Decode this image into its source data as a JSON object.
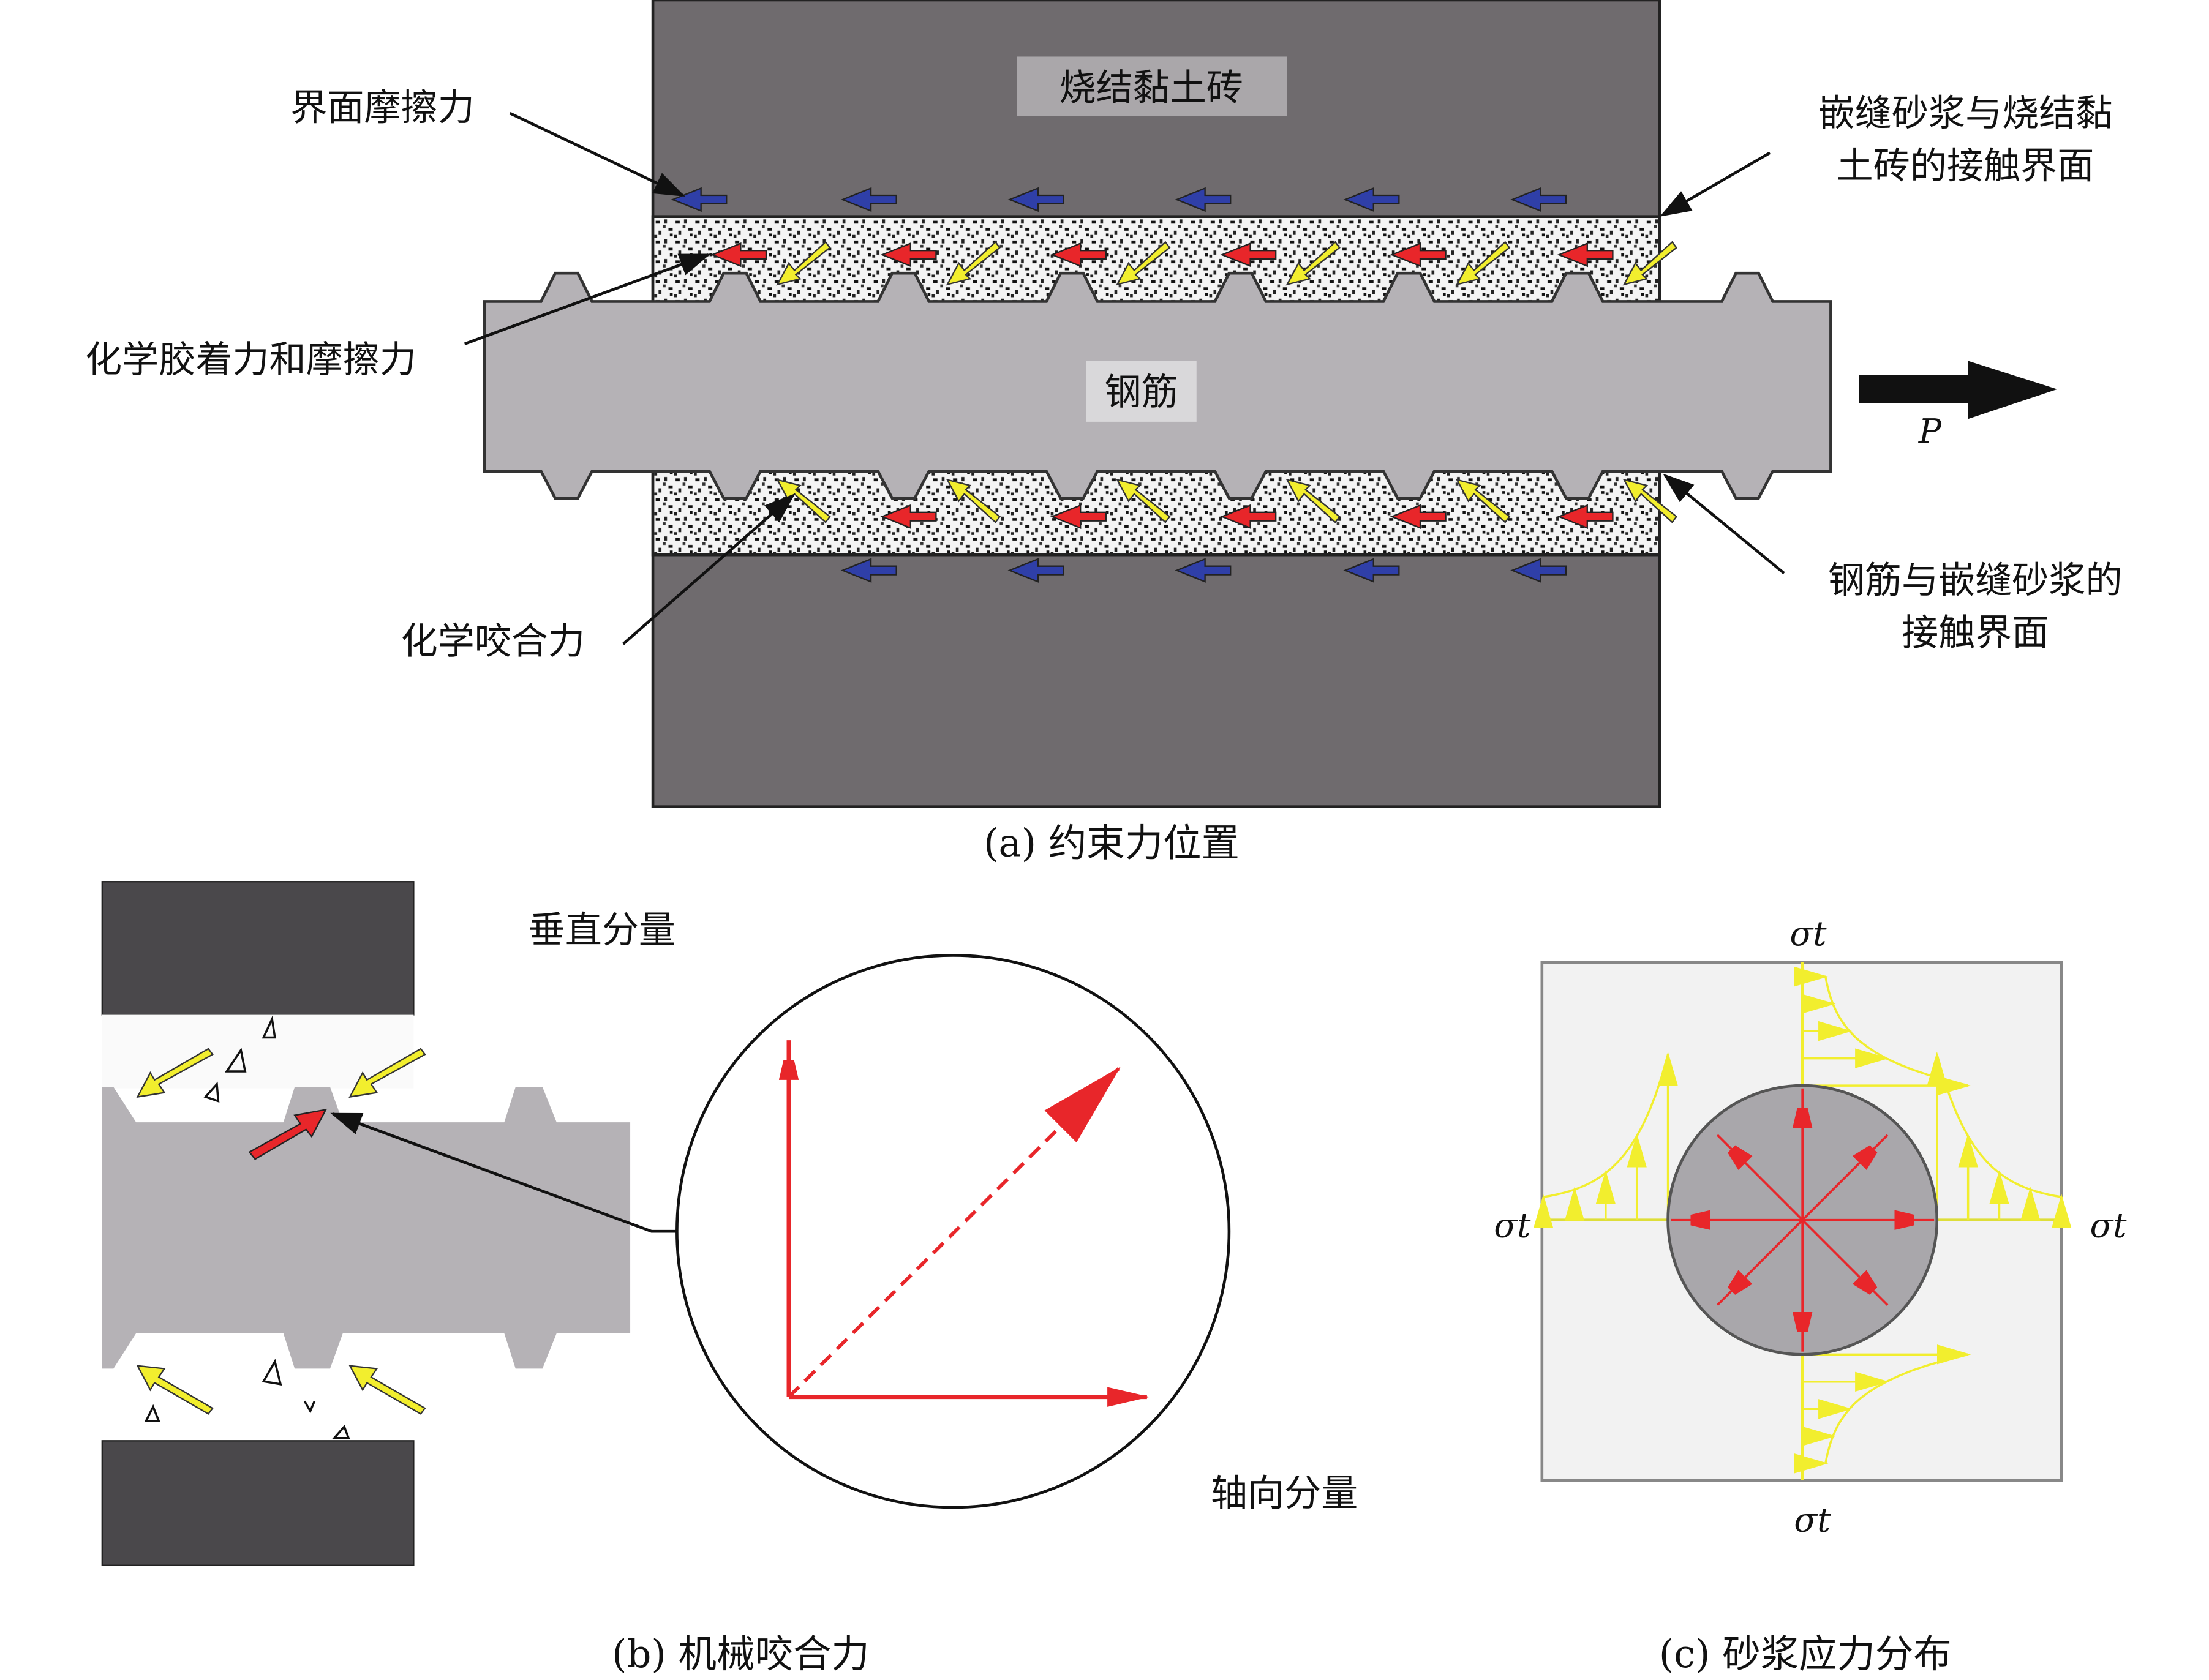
{
  "panel_a": {
    "brick_label": "烧结黏土砖",
    "rebar_label": "钢筋",
    "load_label": "P",
    "callouts": {
      "interface_friction": "界面摩擦力",
      "adhesion_friction": "化学胶着力和摩擦力",
      "chemical_interlock": "化学咬合力",
      "mortar_brick_interface": [
        "嵌缝砂浆与烧结黏",
        "土砖的接触界面"
      ],
      "rebar_mortar_interface": [
        "钢筋与嵌缝砂浆的",
        "接触界面"
      ]
    },
    "caption": "(a) 约束力位置"
  },
  "panel_b": {
    "vertical_component": "垂直分量",
    "axial_component": "轴向分量",
    "caption": "(b) 机械咬合力"
  },
  "panel_c": {
    "sigma_top": "σt",
    "sigma_left": "σt",
    "sigma_right": "σt",
    "sigma_bottom": "σt",
    "caption": "(c) 砂浆应力分布"
  },
  "colors": {
    "brick": "#6f6b6e",
    "rebar": "#b5b2b6",
    "friction_arrow": "#2f3fa8",
    "adhesion_arrow": "#e8262a",
    "interlock_arrow": "#f2ee2e"
  }
}
